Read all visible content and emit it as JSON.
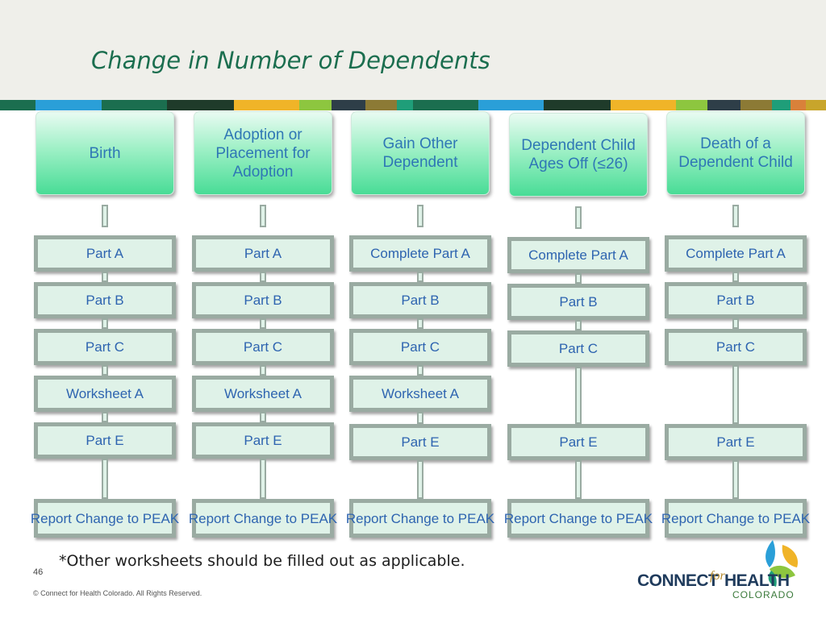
{
  "slide": {
    "title": "Change in Number of Dependents",
    "footnote": "*Other worksheets should be filled out as applicable.",
    "page_number": "46",
    "copyright": "© Connect for Health Colorado. All Rights Reserved."
  },
  "logo": {
    "word1": "CONNECT",
    "word2": "for",
    "word3": "HEALTH",
    "word4": "COLORADO"
  },
  "colors": {
    "title": "#1b6e4f",
    "box_text": "#2e64b0",
    "stripe": [
      "#1b6e4f",
      "#2a9fd8",
      "#1b6e4f",
      "#1f3b2a",
      "#f0b428",
      "#8dc63f",
      "#2e3e48",
      "#8c7a35",
      "#1f9e79",
      "#1b6e4f",
      "#2a9fd8",
      "#1f3b2a",
      "#f0b428",
      "#8dc63f",
      "#2e3e48",
      "#8c7a35",
      "#1f9e79",
      "#d9813a",
      "#c8a52b"
    ]
  },
  "columns": [
    {
      "head": "Birth",
      "steps": [
        "Part A",
        "Part B",
        "Part C",
        "Worksheet A",
        "Part E",
        "Report Change to PEAK"
      ]
    },
    {
      "head": "Adoption or Placement for Adoption",
      "steps": [
        "Part A",
        "Part B",
        "Part C",
        "Worksheet A",
        "Part E",
        "Report Change to PEAK"
      ]
    },
    {
      "head": "Gain Other Dependent",
      "steps": [
        "Complete Part A",
        "Part B",
        "Part C",
        "Worksheet A",
        "Part E",
        "Report Change to PEAK"
      ]
    },
    {
      "head": "Dependent Child Ages Off (≤26)",
      "steps": [
        "Complete Part A",
        "Part B",
        "Part C",
        "Part E",
        "Report Change to PEAK"
      ]
    },
    {
      "head": "Death of a Dependent Child",
      "steps": [
        "Complete Part A",
        "Part B",
        "Part C",
        "Part E",
        "Report Change to PEAK"
      ]
    }
  ]
}
